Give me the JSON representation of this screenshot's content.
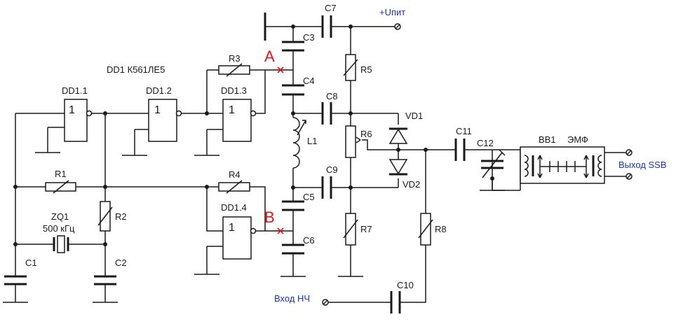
{
  "labels": {
    "dd1": "DD1 К561ЛЕ5",
    "dd1_1": "DD1.1",
    "dd1_2": "DD1.2",
    "dd1_3": "DD1.3",
    "dd1_4": "DD1.4",
    "gate_symbol": "1",
    "r1": "R1",
    "r2": "R2",
    "r3": "R3",
    "r4": "R4",
    "r5": "R5",
    "r6": "R6",
    "r7": "R7",
    "r8": "R8",
    "c1": "C1",
    "c2": "C2",
    "c3": "C3",
    "c4": "C4",
    "c5": "C5",
    "c6": "C6",
    "c7": "C7",
    "c8": "C8",
    "c9": "C9",
    "c10": "C10",
    "c11": "C11",
    "c12": "C12",
    "l1": "L1",
    "vd1": "VD1",
    "vd2": "VD2",
    "zq1": "ZQ1",
    "zq1_freq": "500 кГц",
    "bb1": "BB1",
    "emf": "ЭМФ",
    "point_a": "A",
    "point_b": "B"
  },
  "terminals": {
    "supply": "+Uпит",
    "input": "Вход НЧ",
    "output": "Выход SSB"
  },
  "colors": {
    "wire": "#1a1a1a",
    "terminal_text": "#1a33b3",
    "test_point": "#e01818"
  }
}
